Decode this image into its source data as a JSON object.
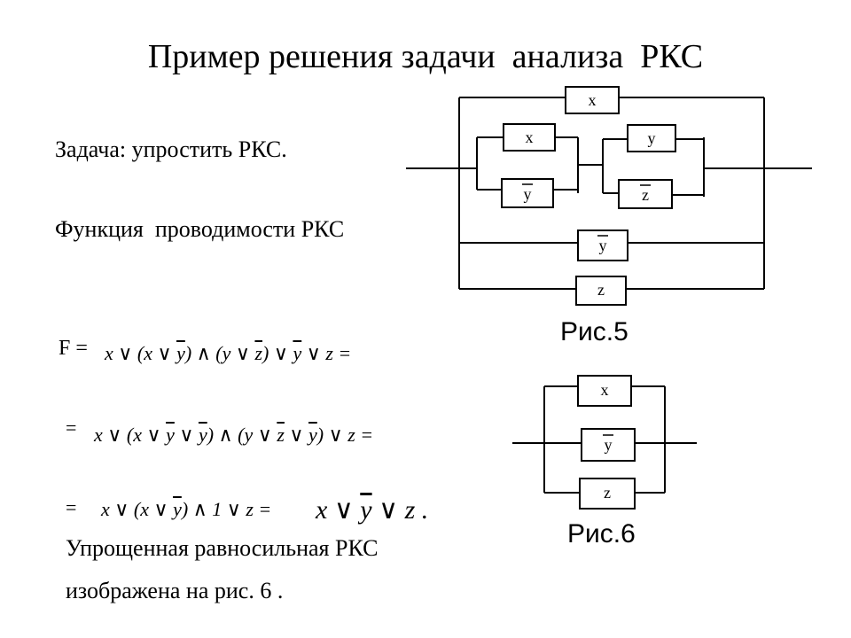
{
  "title": "Пример решения задачи  анализа  РКС",
  "task_text": "Задача: упростить РКС.",
  "function_text": "Функция  проводимости РКС",
  "formula": {
    "f_label": "F =",
    "eq_sign": "="
  },
  "conclusion": {
    "line1": "Упрощенная равносильная РКС",
    "line2": "изображена на рис. 6 ."
  },
  "fig5": {
    "caption": "Рис.5",
    "top": "x",
    "left_upper": "x",
    "left_lower": "y",
    "right_upper": "y",
    "right_lower": "z",
    "branch3": "y",
    "branch4": "z"
  },
  "fig6": {
    "caption": "Рис.6",
    "top": "x",
    "middle": "y",
    "bottom": "z"
  }
}
